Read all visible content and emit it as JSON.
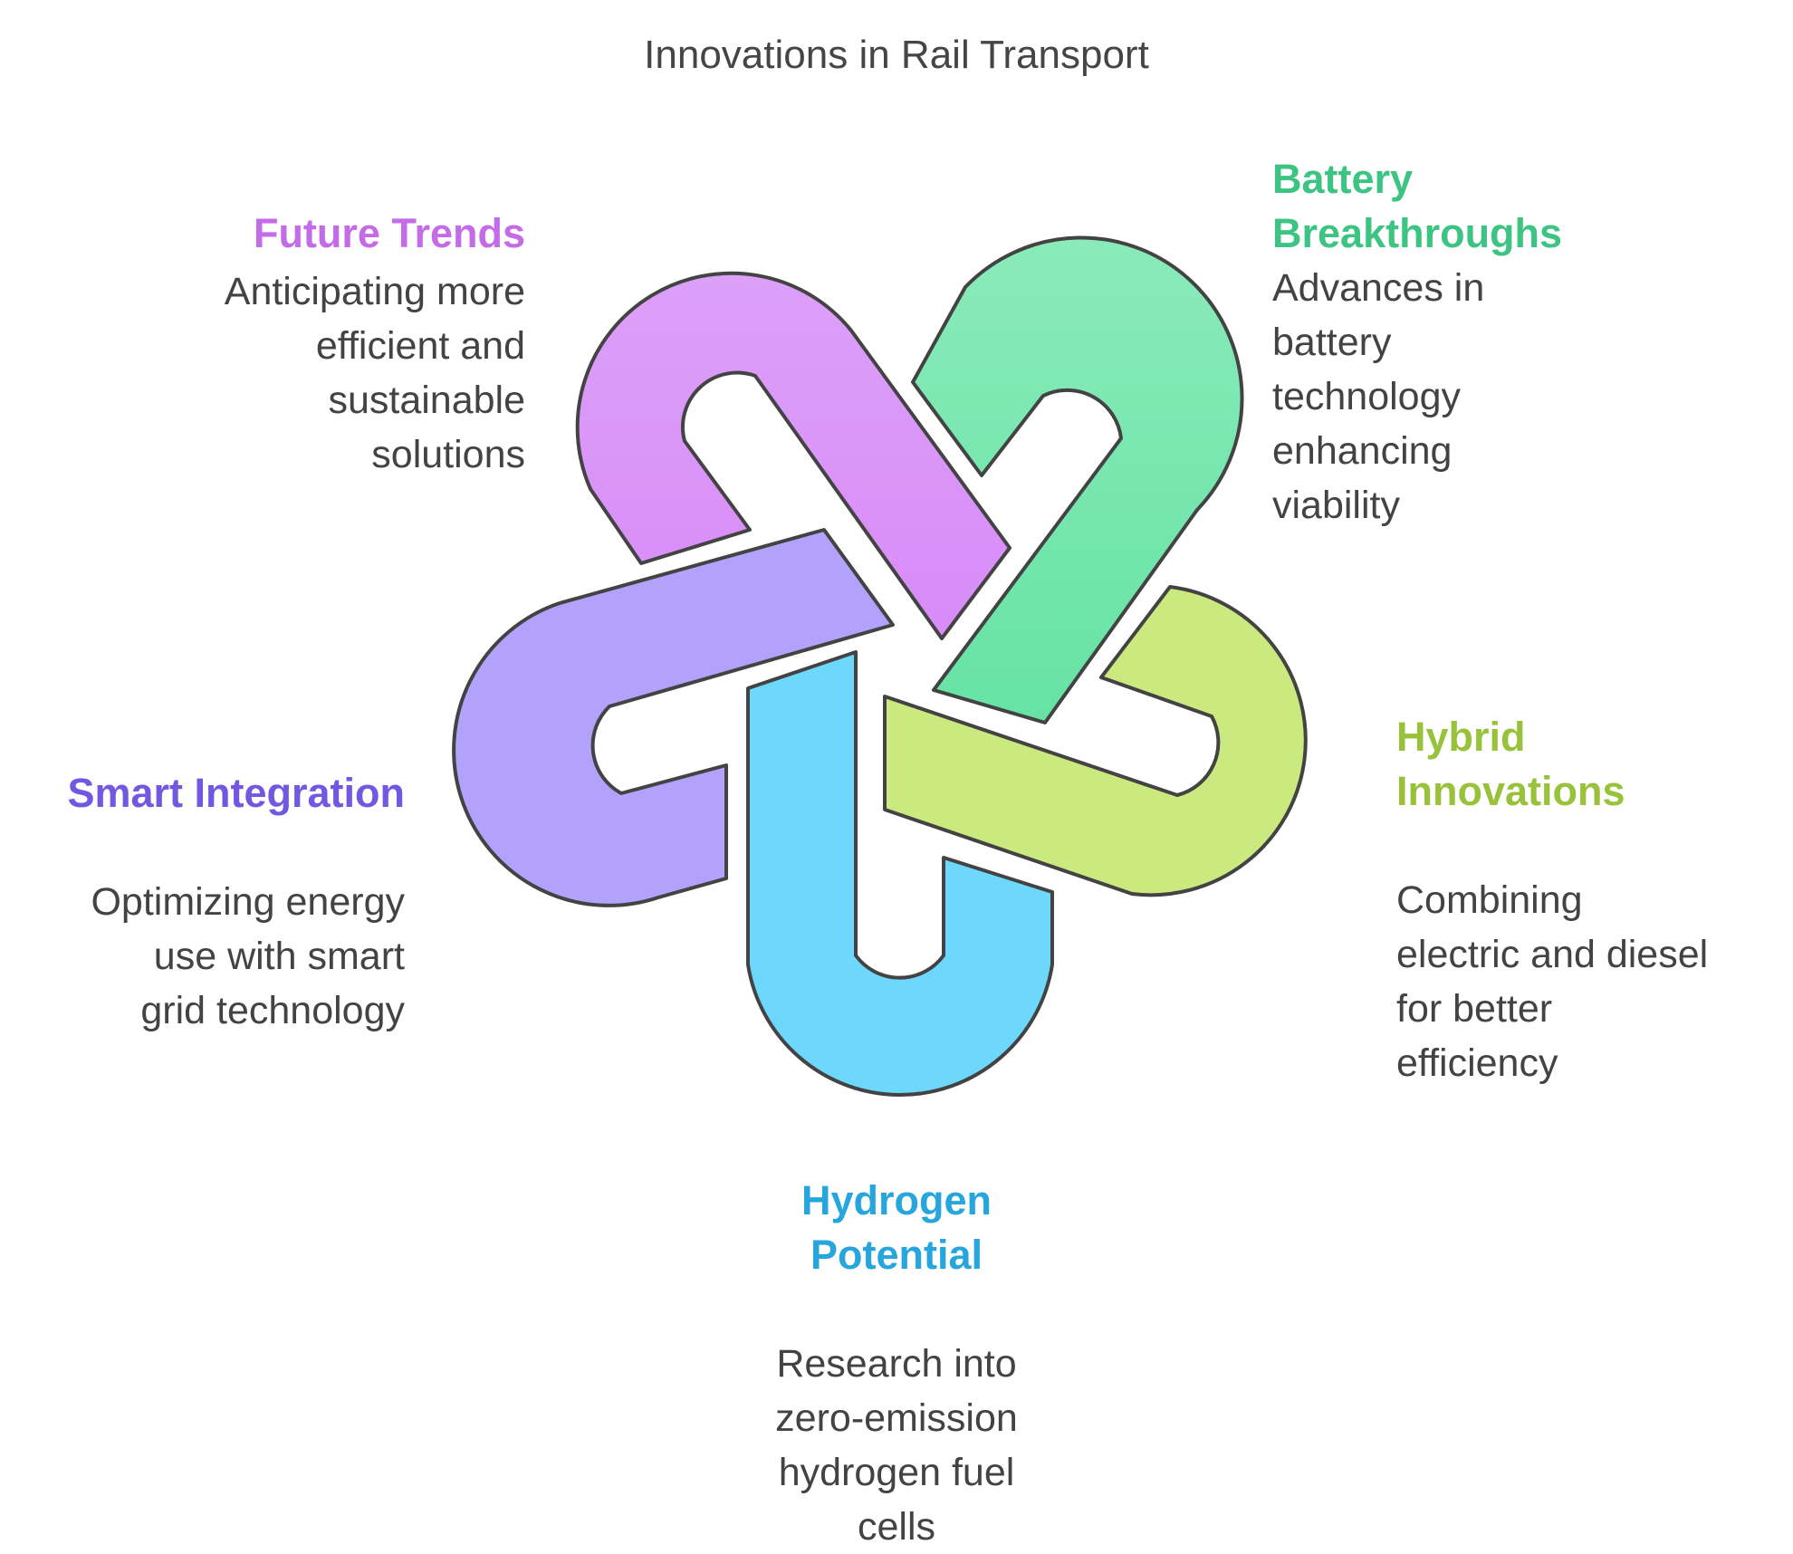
{
  "title": "Innovations in Rail Transport",
  "items": {
    "future": {
      "heading": "Future Trends",
      "color": "#C46BE8",
      "fill": "#DC9EF8",
      "lines": [
        "Anticipating more",
        "efficient and",
        "sustainable",
        "solutions"
      ]
    },
    "battery": {
      "heading": [
        "Battery",
        "Breakthroughs"
      ],
      "color": "#3DC482",
      "fill": "#86EAB8",
      "lines": [
        "Advances in",
        "battery",
        "technology",
        "enhancing",
        "viability"
      ]
    },
    "hybrid": {
      "heading": [
        "Hybrid",
        "Innovations"
      ],
      "color": "#98C23A",
      "fill": "#CAE97F",
      "lines": [
        "Combining",
        "electric and diesel",
        "for better",
        "efficiency"
      ]
    },
    "hydrogen": {
      "heading": [
        "Hydrogen",
        "Potential"
      ],
      "color": "#27A6DD",
      "fill": "#6DD8FC",
      "lines": [
        "Research into",
        "zero-emission",
        "hydrogen fuel",
        "cells"
      ]
    },
    "smart": {
      "heading": "Smart Integration",
      "color": "#7258E0",
      "fill": "#B3A2FC",
      "lines": [
        "Optimizing energy",
        "use with smart",
        "grid technology"
      ]
    }
  }
}
